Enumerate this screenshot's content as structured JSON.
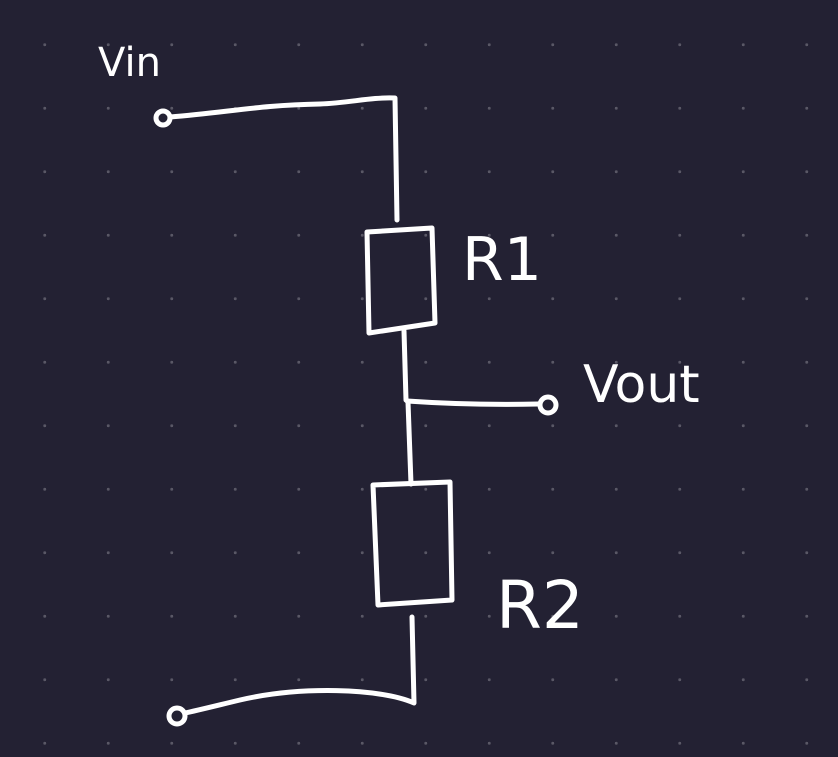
{
  "diagram": {
    "type": "voltage-divider",
    "colors": {
      "background": "#232133",
      "grid_dot": "#5a5866",
      "ink": "#ffffff"
    },
    "labels": {
      "vin": "Vin",
      "vout": "Vout",
      "r1": "R1",
      "r2": "R2"
    },
    "components": [
      {
        "id": "R1",
        "kind": "resistor"
      },
      {
        "id": "R2",
        "kind": "resistor"
      }
    ],
    "terminals": [
      {
        "id": "vin",
        "kind": "open-circle"
      },
      {
        "id": "vout",
        "kind": "open-circle"
      },
      {
        "id": "ground",
        "kind": "open-circle"
      }
    ]
  }
}
